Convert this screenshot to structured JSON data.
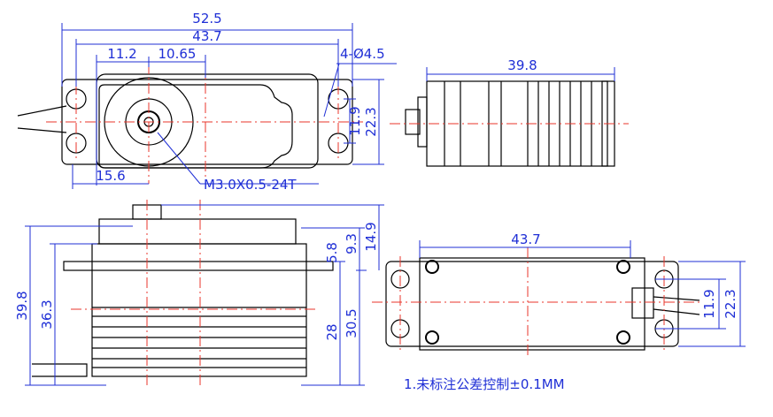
{
  "views": {
    "top": {
      "overall_width": "52.5",
      "hole_spacing": "43.7",
      "offset_a": "11.2",
      "offset_b": "10.65",
      "holes": "4-Ø4.5",
      "height_inner": "11.9",
      "height_outer": "22.3",
      "shaft_offset": "15.6",
      "spline": "M3.0X0.5-24T"
    },
    "side_right": {
      "length": "39.8"
    },
    "front": {
      "total_height": "39.8",
      "body_height": "36.3",
      "gear_top": "14.9",
      "flange_upper": "9.3",
      "flange": "5.8",
      "lower_a": "28",
      "lower_b": "30.5"
    },
    "bottom": {
      "hole_spacing": "43.7",
      "height_inner": "11.9",
      "height_outer": "22.3"
    }
  },
  "note": "1.未标注公差控制±0.1MM",
  "colors": {
    "dimension": "#1f2fd6",
    "centerline": "#e8352b",
    "outline": "#000000"
  }
}
